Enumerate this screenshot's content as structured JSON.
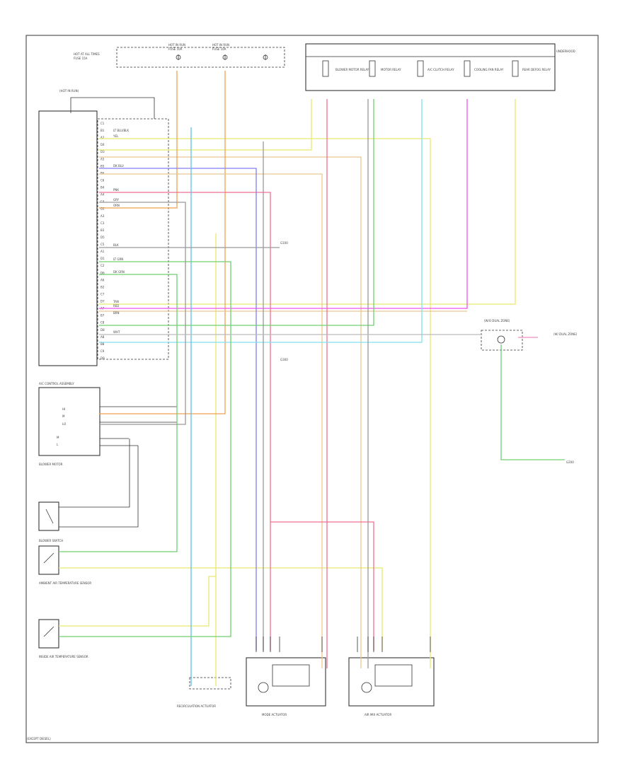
{
  "diagram": {
    "fuse_block": [
      "HOT AT ALL TIMES",
      "FUSE 15A",
      "HOT IN RUN",
      "FUSE 10A",
      "HOT IN RUN",
      "FUSE 10A"
    ],
    "relay_center": [
      "UNDERHOOD",
      "BLOWER MOTOR RELAY",
      "MOTOR RELAY",
      "A/C CLUTCH RELAY",
      "COOLING FAN RELAY",
      "REAR DEFOG RELAY"
    ],
    "pcm_pins": [
      "C1",
      "B1",
      "A2",
      "D4",
      "D3",
      "A5",
      "B5",
      "B6",
      "C6",
      "B4",
      "A4",
      "C4",
      "D2",
      "A3",
      "C3",
      "B3",
      "D5",
      "C5",
      "A1",
      "D1",
      "C2",
      "D6",
      "A6",
      "B2",
      "C7",
      "D7",
      "A7",
      "B7",
      "C8",
      "D8",
      "A8",
      "B8",
      "C9",
      "D9"
    ],
    "wire_codes": [
      "LT BLU/BLK",
      "DK BLU",
      "YEL",
      "ORN",
      "PNK",
      "GRY",
      "BLK",
      "LT GRN",
      "DK GRN",
      "TAN",
      "BRN",
      "WHT",
      "RED"
    ],
    "controls": [
      "A/C CONTROL ASSEMBLY",
      "BLOWER MOTOR",
      "BLOWER SWITCH",
      "AMBIENT AIR TEMPERATURE SENSOR",
      "INSIDE AIR TEMPERATURE SENSOR"
    ],
    "actuators": [
      "RECIRCULATION ACTUATOR",
      "MODE ACTUATOR",
      "AIR MIX ACTUATOR"
    ],
    "grounds": [
      "G100",
      "G200",
      "G300"
    ],
    "notes": [
      "(HOT IN RUN)",
      "(EXCEPT DIESEL)",
      "(W/O DUAL ZONE)",
      "(W/ DUAL ZONE)"
    ]
  }
}
